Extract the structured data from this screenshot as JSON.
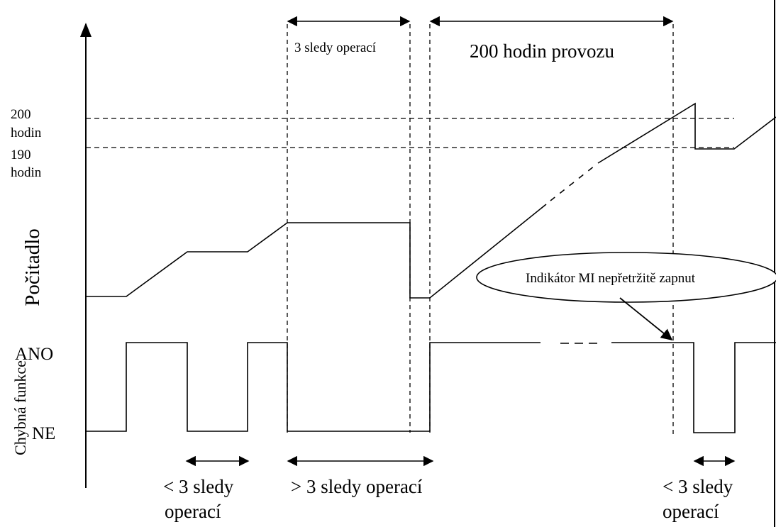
{
  "labels": {
    "level_200_line1": "200",
    "level_200_line2": "hodin",
    "level_190_line1": "190",
    "level_190_line2": "hodin",
    "counter_axis": "Počitadlo",
    "malfunction_axis": "Chybná funkce",
    "yes": "ANO",
    "no": "NE",
    "span_top_left": "3 sledy operací",
    "span_top_right": "200 hodin provozu",
    "mi_indicator": "Indikátor MI nepřetržitě zapnut",
    "span_bottom_1_line1": "< 3 sledy",
    "span_bottom_1_line2": "operací",
    "span_bottom_2": "> 3 sledy operací",
    "span_bottom_3_line1": "< 3 sledy",
    "span_bottom_3_line2": "operací"
  },
  "colors": {
    "ink": "#000000",
    "background": "#ffffff"
  }
}
